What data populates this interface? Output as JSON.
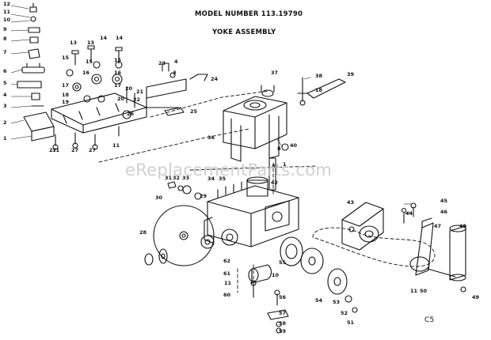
{
  "header": {
    "model_number": "MODEL NUMBER 113.19790",
    "assembly": "YOKE ASSEMBLY"
  },
  "watermark": "eReplacementParts.com",
  "footer_code": "C5",
  "callouts": [
    "12",
    "11",
    "10",
    "9",
    "8",
    "7",
    "6",
    "5",
    "4",
    "3",
    "2",
    "1",
    "13",
    "13",
    "14",
    "14",
    "15",
    "15",
    "15",
    "16",
    "16",
    "17",
    "17",
    "18",
    "19",
    "20",
    "20",
    "21",
    "22",
    "23",
    "4",
    "3",
    "24",
    "25",
    "26",
    "27",
    "27",
    "27",
    "11",
    "11",
    "37",
    "38",
    "39",
    "18",
    "36",
    "40",
    "1",
    "41",
    "31",
    "32",
    "33",
    "34",
    "35",
    "42",
    "30",
    "29",
    "28",
    "43",
    "45",
    "44",
    "46",
    "47",
    "48",
    "62",
    "61",
    "11",
    "60",
    "10",
    "55",
    "56",
    "57",
    "58",
    "59",
    "54",
    "53",
    "52",
    "51",
    "11",
    "50",
    "49",
    "8"
  ],
  "colors": {
    "ink": "#111111",
    "paper": "#ffffff",
    "watermark": "#c8c8c8"
  }
}
